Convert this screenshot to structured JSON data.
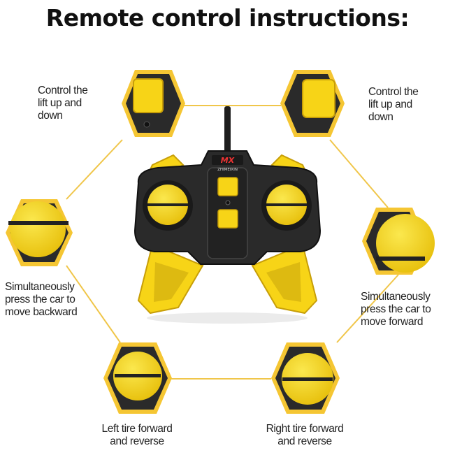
{
  "title": "Remote control instructions:",
  "brand": {
    "logo_text": "MX",
    "name": "ZHIMEIXIN"
  },
  "captions": {
    "top_left": "Control the\nlift up and\ndown",
    "top_right": "Control the\nlift up and\ndown",
    "middle_left": "Simultaneously\npress the car to\nmove backward",
    "middle_right": "Simultaneously\npress the car to\nmove forward",
    "bottom_left": "Left tire forward\nand reverse",
    "bottom_right": "Right tire forward\nand reverse"
  },
  "colors": {
    "yellow": "#f7d417",
    "body": "#2a2a2a",
    "frame": "#f5c633",
    "line": "#f0c64a"
  }
}
